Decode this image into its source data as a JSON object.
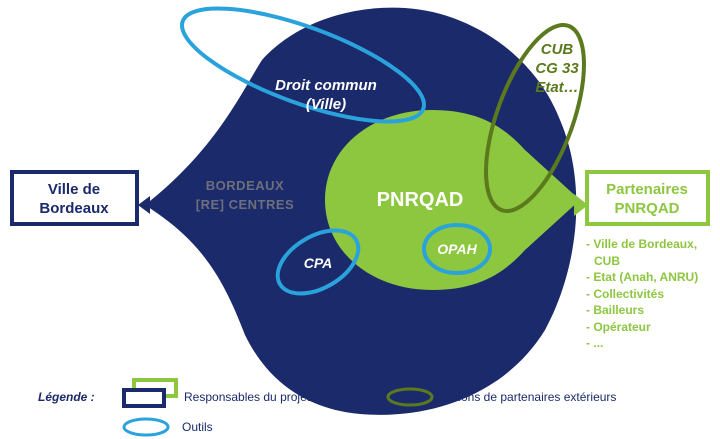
{
  "center": {
    "label": "PNRQAD"
  },
  "logo": {
    "line1": "BORDEAUX",
    "line2": "[RE] CENTRES"
  },
  "left_box": {
    "line1": "Ville de",
    "line2": "Bordeaux"
  },
  "right_box": {
    "line1": "Partenaires",
    "line2": "PNRQAD"
  },
  "partners_list": [
    "- Ville de Bordeaux,",
    "  CUB",
    "- Etat (Anah, ANRU)",
    "- Collectivités",
    "- Bailleurs",
    "- Opérateur",
    "- ..."
  ],
  "tools": {
    "droit_commun_line1": "Droit commun",
    "droit_commun_line2": "(Ville)",
    "cpa": "CPA",
    "opah": "OPAH"
  },
  "external": {
    "line1": "CUB",
    "line2": "CG 33",
    "line3": "Etat…"
  },
  "legend": {
    "title": "Légende :",
    "responsables": "Responsables du projet",
    "actions": "Actions de partenaires extérieurs",
    "outils": "Outils"
  },
  "colors": {
    "navy": "#1b2a6b",
    "lime": "#8dc63f",
    "olive": "#5b7a1e",
    "cyan": "#2aa3dc"
  }
}
